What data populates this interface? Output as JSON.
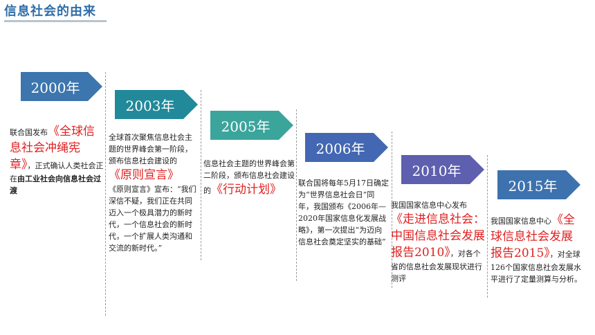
{
  "page": {
    "title": "信息社会的由来"
  },
  "colors": {
    "title": "#2F6EA8",
    "highlight": "#E02020",
    "arrow_2000": "#3D75AE",
    "arrow_2003": "#21899A",
    "arrow_2005": "#3BA59C",
    "arrow_2006": "#4367B2",
    "arrow_2010": "#5E5FAE",
    "arrow_2015": "#3D72AE"
  },
  "timeline": [
    {
      "year": "2000年",
      "pre": "联合国发布",
      "doc": "《全球信息社会冲绳宪章》",
      "mid": "，正式确认人类社会正在",
      "bold": "由工业社会向信息社会过渡"
    },
    {
      "year": "2003年",
      "pre": "全球首次聚焦信息社会主题的世界峰会第一阶段，颁布信息社会建设的",
      "doc": "《原则宣言》",
      "post": "《原则宣言》宣布：“我们深信不疑，我们正在共同迈入一个极具潜力的新时代，一个信息社会的新时代，一个扩展人类沟通和交流的新时代。”"
    },
    {
      "year": "2005年",
      "pre": "信息社会主题的世界峰会第二阶段，颁布信息社会建设的",
      "doc": "《行动计划》"
    },
    {
      "year": "2006年",
      "pre": "联合国将每年5月17日确定为“世界信息社会日”同年，我国颁布《2006年—2020年国家信息化发展战略》，第一次提出“为迈向信息社会奠定坚实的基础”"
    },
    {
      "year": "2010年",
      "pre": "我国国家信息中心发布",
      "doc": "《走进信息社会：中国信息社会发展报告2010》",
      "post": "，对各个省的信息社会发展现状进行测评"
    },
    {
      "year": "2015年",
      "pre": "我国国家信息中心",
      "doc": "《全球信息社会发展报告2015》",
      "post": "，对全球126个国家信息社会发展水平进行了定量测算与分析。"
    }
  ]
}
